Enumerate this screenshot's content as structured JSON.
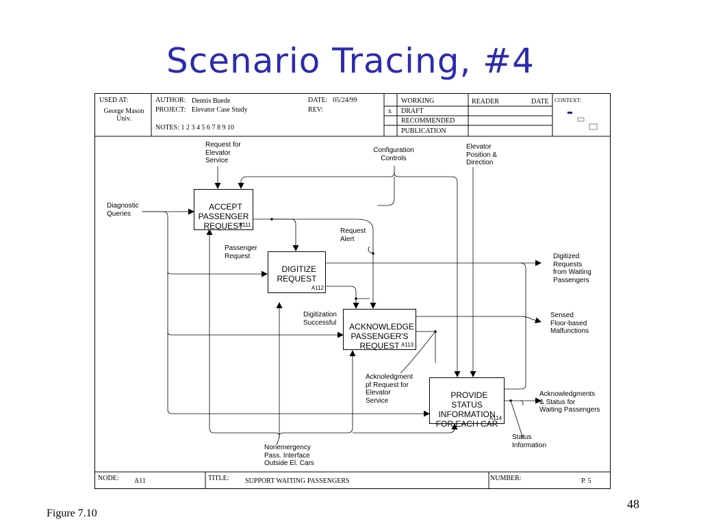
{
  "title": "Scenario Tracing, #4",
  "header": {
    "used_at_label": "USED AT:",
    "used_at_value": "George Mason\nUniv.",
    "author_label": "AUTHOR:",
    "author_value": "Dennis Buede",
    "project_label": "PROJECT:",
    "project_value": "Elevator Case Study",
    "notes_text": "NOTES:  1  2  3  4  5  6  7  8  9  10",
    "date_label": "DATE:",
    "date_value": "05/24/99",
    "rev_label": "REV:",
    "status_mark": "x",
    "status_working": "WORKING",
    "status_draft": "DRAFT",
    "status_recommended": "RECOMMENDED",
    "status_publication": "PUBLICATION",
    "reader_label": "READER",
    "reader_date_label": "DATE",
    "context_label": "CONTEXT:"
  },
  "boxes": {
    "a111": {
      "label": "ACCEPT\nPASSENGER\nREQUEST",
      "id": "A111"
    },
    "a112": {
      "label": "DIGITIZE\nREQUEST",
      "id": "A112"
    },
    "a113": {
      "label": "ACKNOWLEDGE\nPASSENGER'S\nREQUEST",
      "id": "A113"
    },
    "a114": {
      "label": "PROVIDE\nSTATUS\nINFORMATION\nFOR EACH CAR",
      "id": "A114"
    }
  },
  "labels": {
    "request_for_elevator_service": "Request for\nElevator\nService",
    "configuration_controls": "Configuration\nControls",
    "elevator_position": "Elevator\nPosition &\nDirection",
    "diagnostic_queries": "Diagnostic\nQueries",
    "request_alert": "Request\nAlert",
    "passenger_request": "Passenger\nRequest",
    "digitized_requests": "Digitized\nRequests\nfrom Waiting\nPassengers",
    "digitization_successful": "Digitization\nSuccessful",
    "sensed_malfunctions": "Sensed\nFloor-based\nMalfunctions",
    "acknowledgment_request": "Acknoledgment\npf Request for\nElevator\nService",
    "acknowledgments_status": "Acknowledgments\n& Status for\nWaiting Passengers",
    "status_information": "Status\nInformation",
    "nonemergency_interface": "Nonemergency\nPass. Interface\nOutside El. Cars"
  },
  "footer": {
    "node_label": "NODE:",
    "node_value": "A11",
    "title_label": "TITLE:",
    "title_value": "SUPPORT WAITING PASSENGERS",
    "number_label": "NUMBER:",
    "number_value": "P.  5"
  },
  "page_number": "48",
  "figure_label": "Figure 7.10"
}
